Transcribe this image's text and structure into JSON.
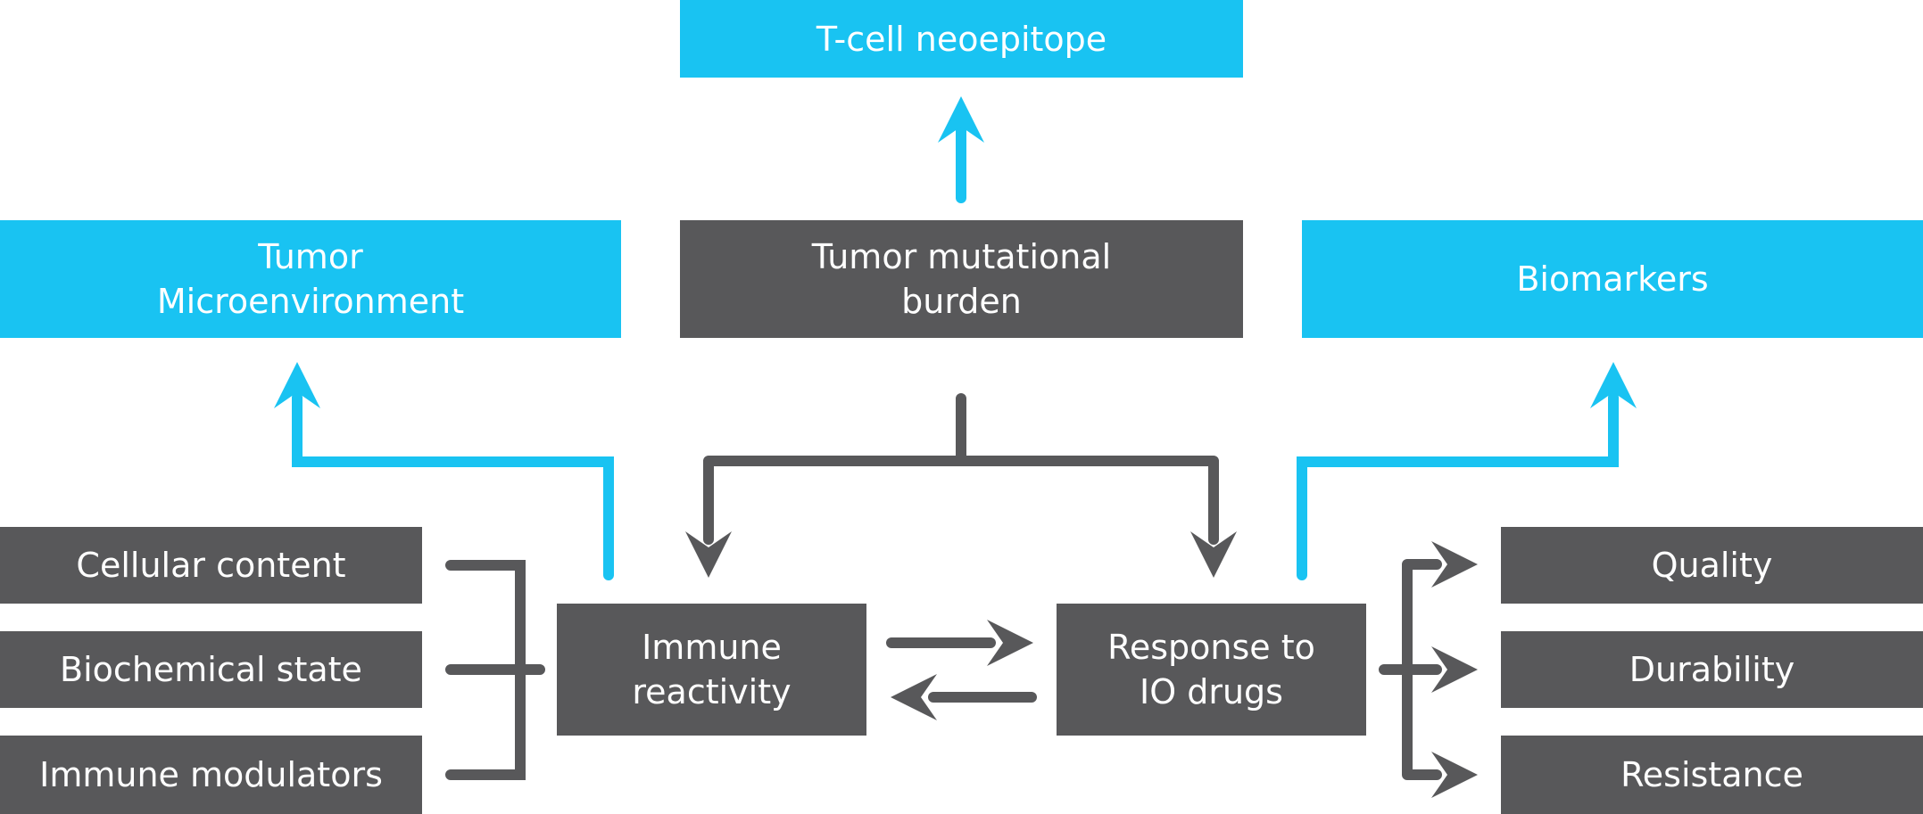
{
  "colors": {
    "accent": "#19c3f2",
    "box_dark": "#58585a",
    "connector_dark": "#58585a",
    "connector_accent": "#19c3f2",
    "text": "#ffffff"
  },
  "nodes": {
    "t_cell_neoepitope": "T-cell neoepitope",
    "tumor_microenvironment": "Tumor\nMicroenvironment",
    "tumor_mutational_burden": "Tumor mutational\nburden",
    "biomarkers": "Biomarkers",
    "cellular_content": "Cellular content",
    "biochemical_state": "Biochemical state",
    "immune_modulators": "Immune modulators",
    "immune_reactivity": "Immune\nreactivity",
    "response_to_io_drugs": "Response to\nIO drugs",
    "quality": "Quality",
    "durability": "Durability",
    "resistance": "Resistance"
  }
}
